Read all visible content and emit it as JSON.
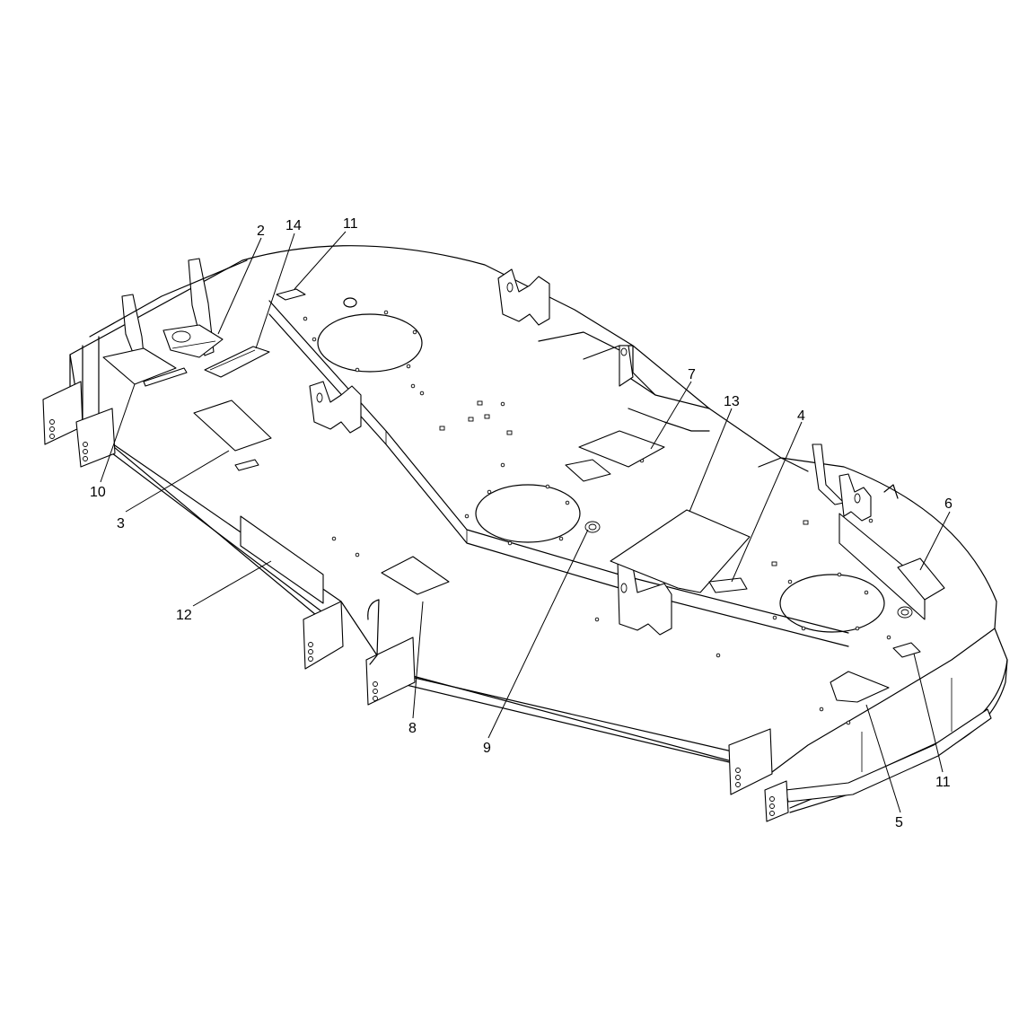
{
  "callouts": [
    {
      "id": "c2",
      "label": "2"
    },
    {
      "id": "c14",
      "label": "14"
    },
    {
      "id": "c11a",
      "label": "11"
    },
    {
      "id": "c10",
      "label": "10"
    },
    {
      "id": "c3",
      "label": "3"
    },
    {
      "id": "c12",
      "label": "12"
    },
    {
      "id": "c7",
      "label": "7"
    },
    {
      "id": "c13",
      "label": "13"
    },
    {
      "id": "c4",
      "label": "4"
    },
    {
      "id": "c6",
      "label": "6"
    },
    {
      "id": "c8",
      "label": "8"
    },
    {
      "id": "c9",
      "label": "9"
    },
    {
      "id": "c5",
      "label": "5"
    },
    {
      "id": "c11b",
      "label": "11"
    }
  ]
}
